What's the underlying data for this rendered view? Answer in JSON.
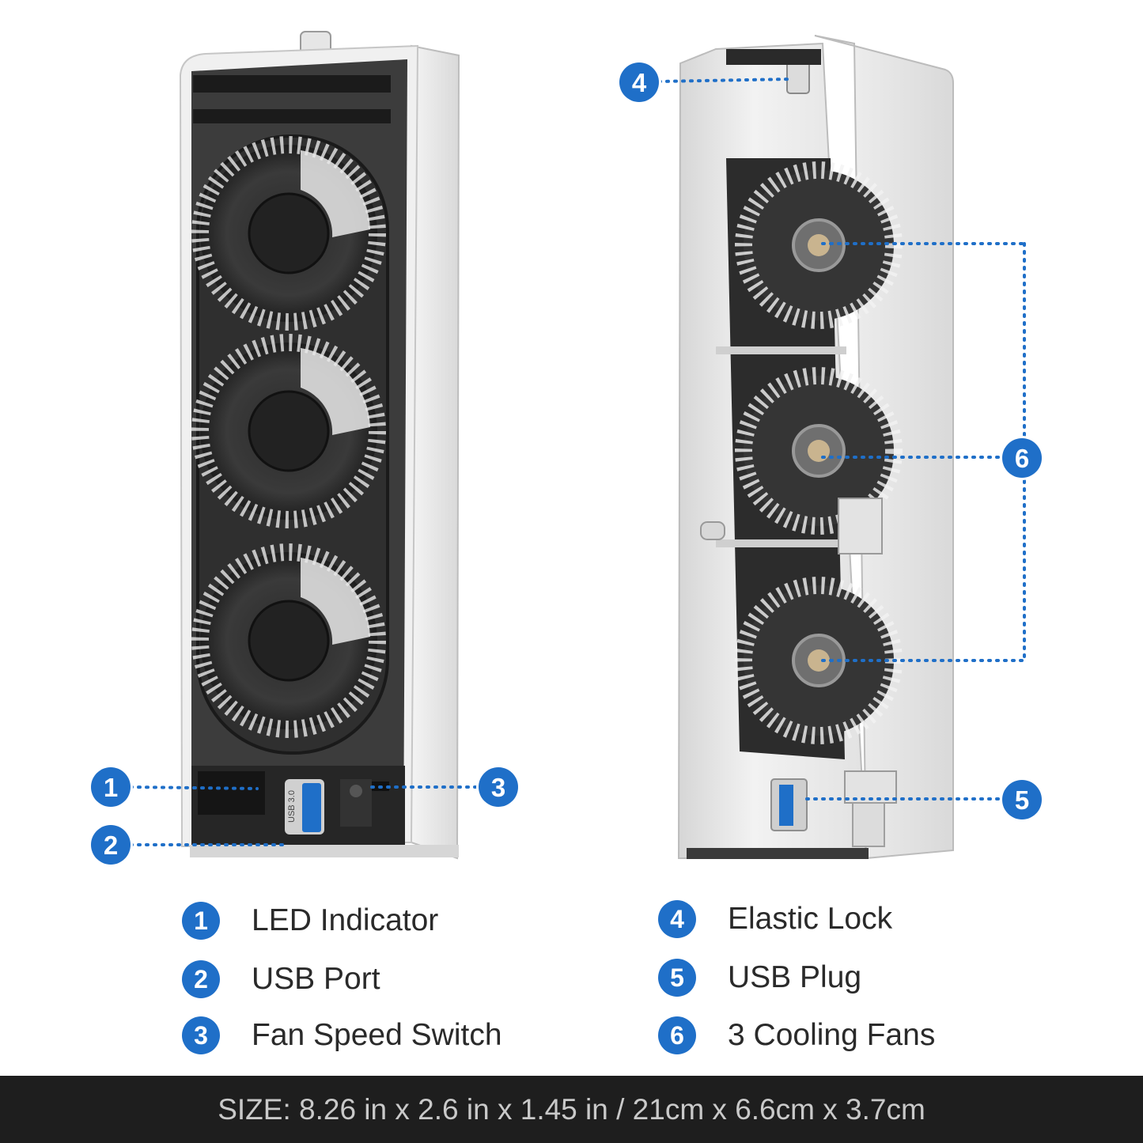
{
  "callouts": {
    "c1": "1",
    "c2": "2",
    "c3": "3",
    "c4": "4",
    "c5": "5",
    "c6": "6"
  },
  "legend": [
    {
      "number": "1",
      "label": "LED Indicator"
    },
    {
      "number": "2",
      "label": "USB Port"
    },
    {
      "number": "3",
      "label": "Fan Speed Switch"
    },
    {
      "number": "4",
      "label": "Elastic Lock"
    },
    {
      "number": "5",
      "label": "USB Plug"
    },
    {
      "number": "6",
      "label": "3 Cooling Fans"
    }
  ],
  "port_marking": "USB 3.0",
  "size_text": "SIZE: 8.26 in x 2.6 in x 1.45 in / 21cm x 6.6cm x 3.7cm",
  "colors": {
    "accent": "#1f6fc8",
    "footer_bg": "#1e1e1e",
    "footer_text": "#c9c9c9",
    "device_dark": "#3b3b3b",
    "device_shell": "#ececec"
  }
}
